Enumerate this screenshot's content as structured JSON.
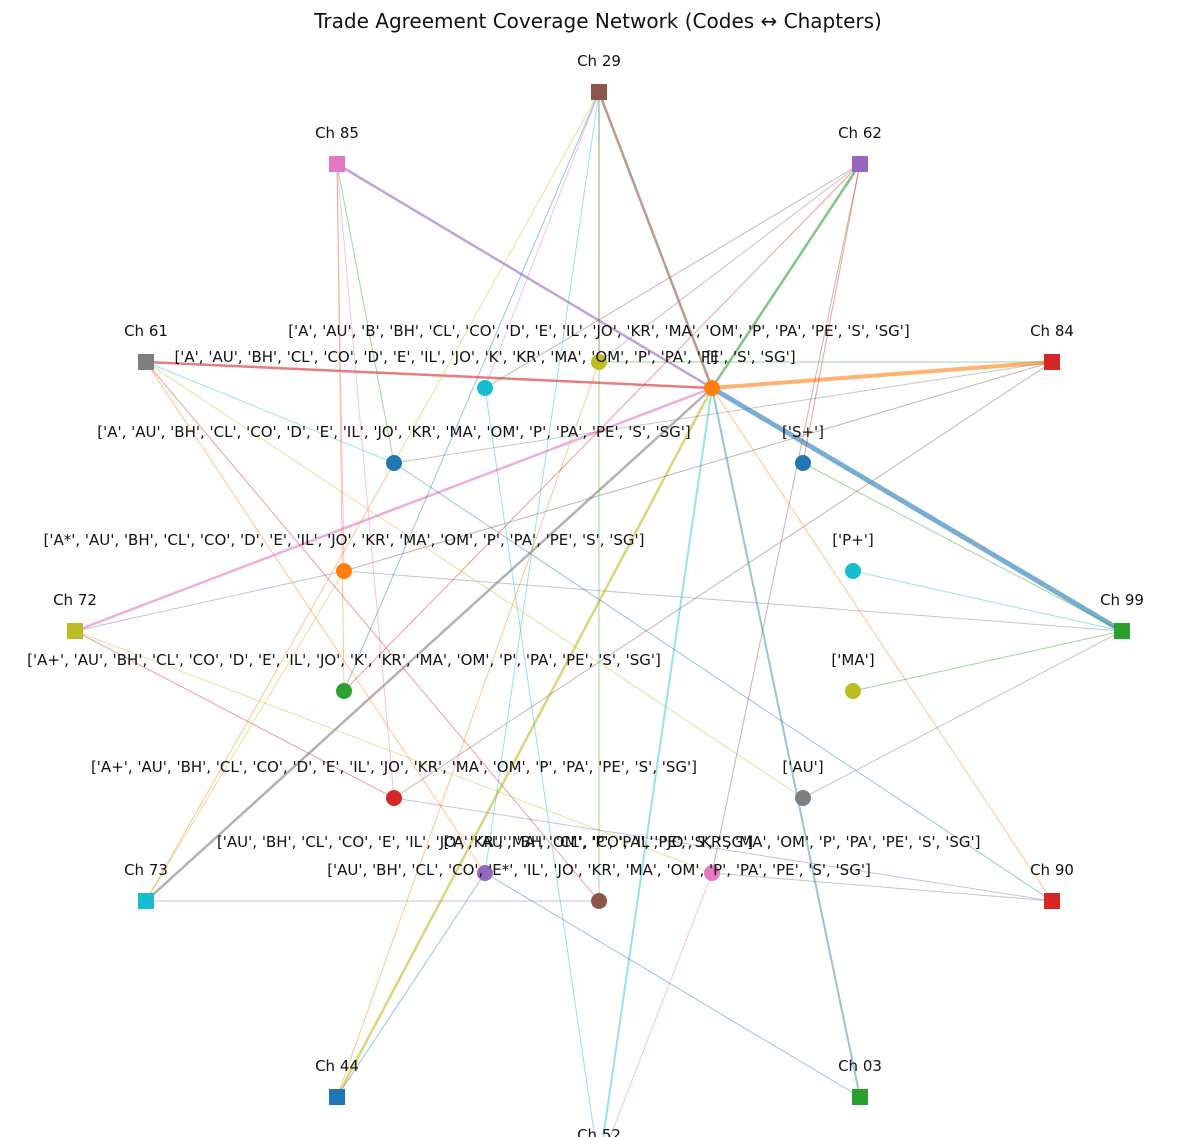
{
  "title": "Trade Agreement Coverage Network (Codes ↔ Chapters)",
  "chapters": [
    {
      "id": "ch29",
      "label": "Ch 29",
      "color": "#8c564b"
    },
    {
      "id": "ch62",
      "label": "Ch 62",
      "color": "#9467bd"
    },
    {
      "id": "ch84",
      "label": "Ch 84",
      "color": "#d62728"
    },
    {
      "id": "ch99",
      "label": "Ch 99",
      "color": "#2ca02c"
    },
    {
      "id": "ch90",
      "label": "Ch 90",
      "color": "#d62728"
    },
    {
      "id": "ch03",
      "label": "Ch 03",
      "color": "#2ca02c"
    },
    {
      "id": "ch52",
      "label": "Ch 52",
      "color": "#17becf"
    },
    {
      "id": "ch44",
      "label": "Ch 44",
      "color": "#1f77b4"
    },
    {
      "id": "ch73",
      "label": "Ch 73",
      "color": "#17becf"
    },
    {
      "id": "ch72",
      "label": "Ch 72",
      "color": "#bcbd22"
    },
    {
      "id": "ch61",
      "label": "Ch 61",
      "color": "#7f7f7f"
    },
    {
      "id": "ch85",
      "label": "Ch 85",
      "color": "#e377c2"
    }
  ],
  "codes": [
    {
      "id": "c1",
      "label": "['A', 'AU', 'B', 'BH', 'CL', 'CO', 'D', 'E', 'IL', 'JO', 'KR', 'MA', 'OM', 'P', 'PA', 'PE', 'S', 'SG']",
      "color": "#bcbd22"
    },
    {
      "id": "c2",
      "label": "['A', 'AU', 'BH', 'CL', 'CO', 'D', 'E', 'IL', 'JO', 'K', 'KR', 'MA', 'OM', 'P', 'PA', 'PE', 'S', 'SG']",
      "color": "#17becf"
    },
    {
      "id": "c3",
      "label": "[]",
      "color": "#ff7f0e"
    },
    {
      "id": "c4",
      "label": "['A', 'AU', 'BH', 'CL', 'CO', 'D', 'E', 'IL', 'JO', 'KR', 'MA', 'OM', 'P', 'PA', 'PE', 'S', 'SG']",
      "color": "#1f77b4"
    },
    {
      "id": "c5",
      "label": "['S+']",
      "color": "#1f77b4"
    },
    {
      "id": "c6",
      "label": "['A*', 'AU', 'BH', 'CL', 'CO', 'D', 'E', 'IL', 'JO', 'KR', 'MA', 'OM', 'P', 'PA', 'PE', 'S', 'SG']",
      "color": "#ff7f0e"
    },
    {
      "id": "c7",
      "label": "['P+']",
      "color": "#17becf"
    },
    {
      "id": "c8",
      "label": "['A+', 'AU', 'BH', 'CL', 'CO', 'D', 'E', 'IL', 'JO', 'K', 'KR', 'MA', 'OM', 'P', 'PA', 'PE', 'S', 'SG']",
      "color": "#2ca02c"
    },
    {
      "id": "c9",
      "label": "['MA']",
      "color": "#bcbd22"
    },
    {
      "id": "c10",
      "label": "['A+', 'AU', 'BH', 'CL', 'CO', 'D', 'E', 'IL', 'JO', 'KR', 'MA', 'OM', 'P', 'PA', 'PE', 'S', 'SG']",
      "color": "#d62728"
    },
    {
      "id": "c11",
      "label": "['AU']",
      "color": "#7f7f7f"
    },
    {
      "id": "c12",
      "label": "['AU', 'BH', 'CL', 'CO', 'E', 'IL', 'JO', 'KR', 'MA', 'OM', 'P', 'PA', 'PE', 'S', 'SG']",
      "color": "#9467bd"
    },
    {
      "id": "c13",
      "label": "['AU', 'BH', 'CL', 'CO', 'E*', 'IL', 'JO', 'KR', 'MA', 'OM', 'P', 'PA', 'PE', 'S', 'SG']",
      "color": "#8c564b"
    },
    {
      "id": "c14",
      "label": "['A', 'AU', 'BH', 'CL', 'CO', 'IL', 'JO', 'KR', 'MA', 'OM', 'P', 'PA', 'PE', 'S', 'SG']",
      "color": "#e377c2"
    }
  ],
  "edges": [
    {
      "from": "c3",
      "to": "ch99",
      "weight": 4
    },
    {
      "from": "c3",
      "to": "ch84",
      "weight": 3
    },
    {
      "from": "c3",
      "to": "ch62",
      "weight": 2
    },
    {
      "from": "c3",
      "to": "ch61",
      "weight": 2
    },
    {
      "from": "c3",
      "to": "ch85",
      "weight": 2
    },
    {
      "from": "c3",
      "to": "ch29",
      "weight": 2
    },
    {
      "from": "c3",
      "to": "ch72",
      "weight": 2
    },
    {
      "from": "c3",
      "to": "ch73",
      "weight": 2
    },
    {
      "from": "c3",
      "to": "ch44",
      "weight": 2
    },
    {
      "from": "c3",
      "to": "ch52",
      "weight": 1.5
    },
    {
      "from": "c3",
      "to": "ch03",
      "weight": 1.5
    },
    {
      "from": "c3",
      "to": "ch90",
      "weight": 1
    },
    {
      "from": "c1",
      "to": "ch84",
      "weight": 1
    },
    {
      "from": "c1",
      "to": "ch29",
      "weight": 1
    },
    {
      "from": "c1",
      "to": "ch62",
      "weight": 1
    },
    {
      "from": "c2",
      "to": "ch62",
      "weight": 1
    },
    {
      "from": "c2",
      "to": "ch29",
      "weight": 1
    },
    {
      "from": "c4",
      "to": "ch84",
      "weight": 1
    },
    {
      "from": "c4",
      "to": "ch29",
      "weight": 1
    },
    {
      "from": "c4",
      "to": "ch61",
      "weight": 1
    },
    {
      "from": "c4",
      "to": "ch90",
      "weight": 1
    },
    {
      "from": "c4",
      "to": "ch73",
      "weight": 1
    },
    {
      "from": "c5",
      "to": "ch99",
      "weight": 1
    },
    {
      "from": "c5",
      "to": "ch62",
      "weight": 1
    },
    {
      "from": "c6",
      "to": "ch72",
      "weight": 1
    },
    {
      "from": "c6",
      "to": "ch84",
      "weight": 1
    },
    {
      "from": "c6",
      "to": "ch85",
      "weight": 1
    },
    {
      "from": "c6",
      "to": "ch99",
      "weight": 1
    },
    {
      "from": "c6",
      "to": "ch73",
      "weight": 1
    },
    {
      "from": "c7",
      "to": "ch99",
      "weight": 1
    },
    {
      "from": "c8",
      "to": "ch29",
      "weight": 1
    },
    {
      "from": "c8",
      "to": "ch85",
      "weight": 1
    },
    {
      "from": "c9",
      "to": "ch99",
      "weight": 1
    },
    {
      "from": "c10",
      "to": "ch72",
      "weight": 1
    },
    {
      "from": "c10",
      "to": "ch90",
      "weight": 1
    },
    {
      "from": "c10",
      "to": "ch84",
      "weight": 1
    },
    {
      "from": "c10",
      "to": "ch85",
      "weight": 1
    },
    {
      "from": "c11",
      "to": "ch99",
      "weight": 1
    },
    {
      "from": "c11",
      "to": "ch61",
      "weight": 1
    },
    {
      "from": "c12",
      "to": "ch29",
      "weight": 1
    },
    {
      "from": "c12",
      "to": "ch44",
      "weight": 1
    },
    {
      "from": "c12",
      "to": "ch61",
      "weight": 1
    },
    {
      "from": "c13",
      "to": "ch29",
      "weight": 1
    },
    {
      "from": "c13",
      "to": "ch61",
      "weight": 1
    },
    {
      "from": "c13",
      "to": "ch73",
      "weight": 1
    },
    {
      "from": "c14",
      "to": "ch62",
      "weight": 1
    },
    {
      "from": "c14",
      "to": "ch52",
      "weight": 1
    },
    {
      "from": "c14",
      "to": "ch90",
      "weight": 1
    },
    {
      "from": "c14",
      "to": "ch72",
      "weight": 1
    },
    {
      "from": "c2",
      "to": "ch52",
      "weight": 1
    },
    {
      "from": "c12",
      "to": "ch03",
      "weight": 1
    },
    {
      "from": "c1",
      "to": "ch44",
      "weight": 1
    },
    {
      "from": "c4",
      "to": "ch85",
      "weight": 1
    },
    {
      "from": "c8",
      "to": "ch62",
      "weight": 1
    }
  ]
}
